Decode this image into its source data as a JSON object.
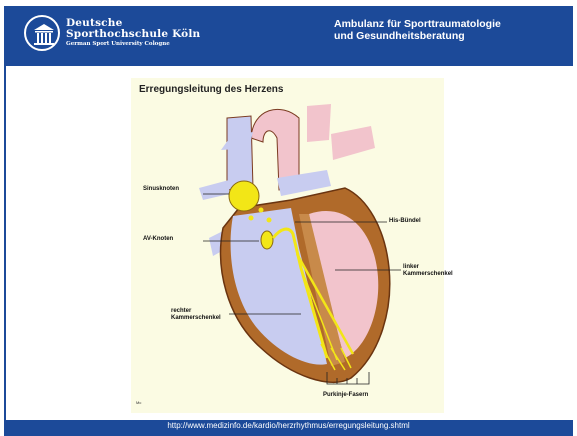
{
  "header": {
    "university_name_line1": "Deutsche",
    "university_name_line2": "Sporthochschule Köln",
    "university_name_en": "German Sport University Cologne",
    "department_line1": "Ambulanz für Sporttraumatologie",
    "department_line2": "und Gesundheitsberatung"
  },
  "figure": {
    "title": "Erregungsleitung des Herzens",
    "credit": "Mc",
    "labels": {
      "sinus_node": "Sinusknoten",
      "av_node": "AV-Knoten",
      "bundle_of_his": "His-Bündel",
      "left_bundle_branch_line1": "linker",
      "left_bundle_branch_line2": "Kammerschenkel",
      "right_bundle_branch_line1": "rechter",
      "right_bundle_branch_line2": "Kammerschenkel",
      "purkinje_fibers": "Purkinje-Fasern"
    }
  },
  "footer": {
    "source_url": "http://www.medizinfo.de/kardio/herzrhythmus/erregungsleitung.shtml"
  },
  "colors": {
    "brand_blue": "#1c4a99",
    "diagram_background": "#fbfbe3",
    "heart_muscle": "#b06a2a",
    "blood_vessel_blue": "#c8ccf0",
    "blood_vessel_pink": "#f2c4cc",
    "conduction_yellow": "#f2e617"
  }
}
